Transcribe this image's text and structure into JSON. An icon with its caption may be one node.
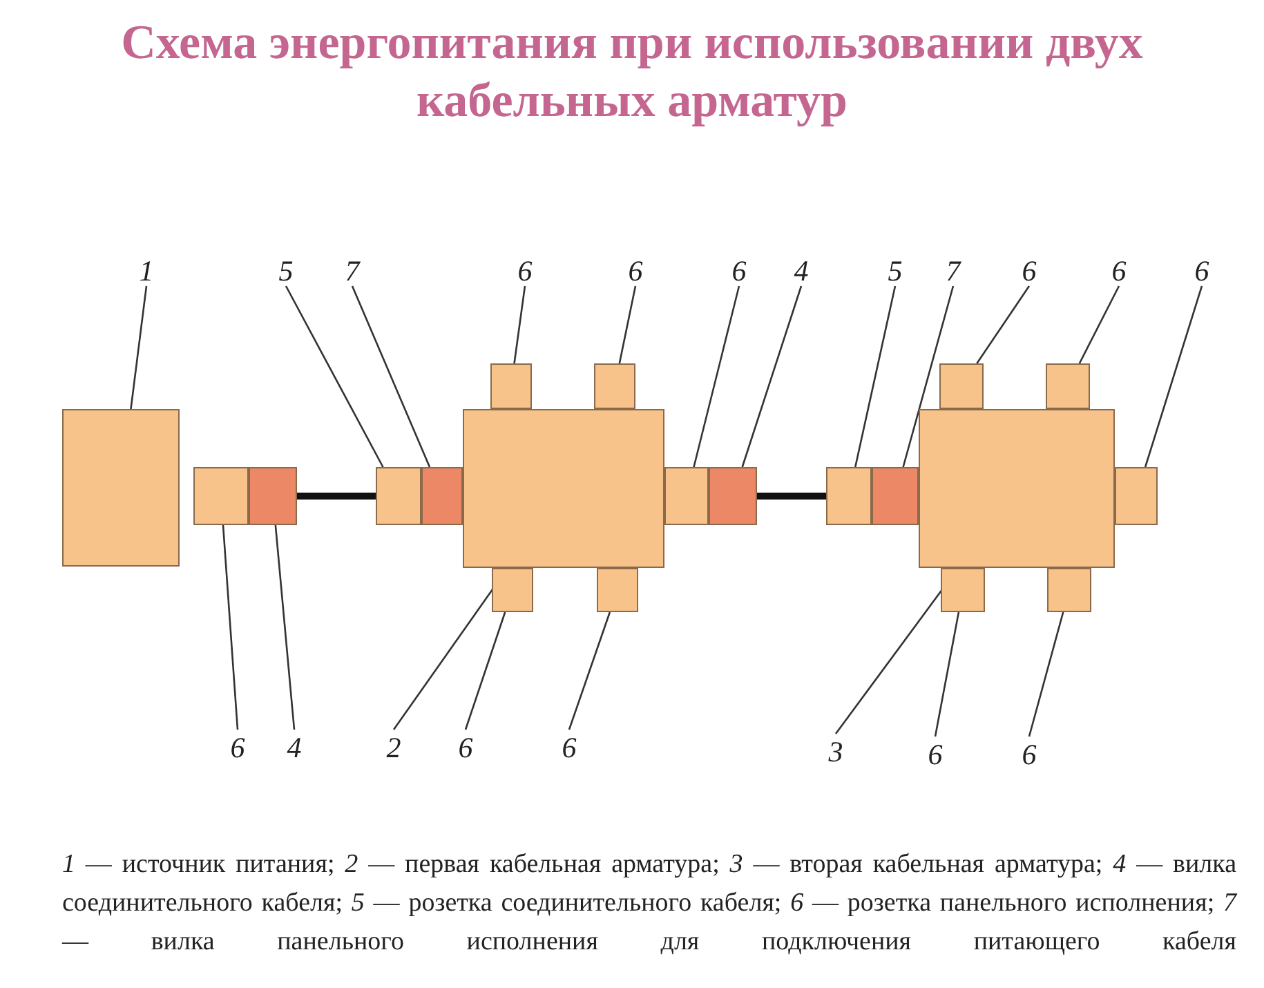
{
  "diagram": {
    "title": "Схема энергопитания при использовании двух кабельных арматур",
    "nodes": [
      {
        "text": [],
        "shape": "box"
      },
      {
        "text": [],
        "shape": "box"
      },
      {
        "text": [],
        "shape": "box"
      },
      {
        "text": [],
        "shape": "box"
      },
      {
        "text": [],
        "shape": "box"
      },
      {
        "text": [],
        "shape": "box"
      },
      {
        "text": [],
        "shape": "box"
      },
      {
        "text": [],
        "shape": "box"
      },
      {
        "text": [],
        "shape": "box"
      },
      {
        "text": [],
        "shape": "box"
      },
      {
        "text": [],
        "shape": "box"
      },
      {
        "text": [],
        "shape": "box"
      },
      {
        "text": [],
        "shape": "box"
      },
      {
        "text": [],
        "shape": "box"
      },
      {
        "text": [],
        "shape": "box"
      },
      {
        "text": [],
        "shape": "box"
      },
      {
        "text": [],
        "shape": "box"
      },
      {
        "text": [],
        "shape": "box"
      },
      {
        "text": [],
        "shape": "box"
      },
      {
        "text": [],
        "shape": "box"
      },
      {
        "text": [
          "1"
        ]
      },
      {
        "text": [
          "5"
        ]
      },
      {
        "text": [
          "7"
        ]
      },
      {
        "text": [
          "6"
        ]
      },
      {
        "text": [
          "6"
        ]
      },
      {
        "text": [
          "6"
        ]
      },
      {
        "text": [
          "4"
        ]
      },
      {
        "text": [
          "5"
        ]
      },
      {
        "text": [
          "7"
        ]
      },
      {
        "text": [
          "6"
        ]
      },
      {
        "text": [
          "6"
        ]
      },
      {
        "text": [
          "6"
        ]
      },
      {
        "text": [
          "6"
        ]
      },
      {
        "text": [
          "4"
        ]
      },
      {
        "text": [
          "2"
        ]
      },
      {
        "text": [
          "6"
        ]
      },
      {
        "text": [
          "6"
        ]
      },
      {
        "text": [
          "3"
        ]
      },
      {
        "text": [
          "6"
        ]
      },
      {
        "text": [
          "6"
        ]
      }
    ],
    "edges": [
      {
        "from": 6,
        "to": 7,
        "arrow": "none",
        "style": "thick"
      },
      {
        "from": 11,
        "to": 12,
        "arrow": "none",
        "style": "thick"
      },
      {
        "from": 20,
        "to": 0,
        "arrow": "none"
      },
      {
        "from": 21,
        "to": 7,
        "arrow": "none"
      },
      {
        "from": 22,
        "to": 8,
        "arrow": "none"
      },
      {
        "from": 23,
        "to": 1,
        "arrow": "none"
      },
      {
        "from": 24,
        "to": 2,
        "arrow": "none"
      },
      {
        "from": 25,
        "to": 10,
        "arrow": "none"
      },
      {
        "from": 26,
        "to": 11,
        "arrow": "none"
      },
      {
        "from": 27,
        "to": 12,
        "arrow": "none"
      },
      {
        "from": 28,
        "to": 13,
        "arrow": "none"
      },
      {
        "from": 29,
        "to": 3,
        "arrow": "none"
      },
      {
        "from": 30,
        "to": 4,
        "arrow": "none"
      },
      {
        "from": 31,
        "to": 15,
        "arrow": "none"
      },
      {
        "from": 32,
        "to": 5,
        "arrow": "none"
      },
      {
        "from": 33,
        "to": 6,
        "arrow": "none"
      },
      {
        "from": 34,
        "to": 9,
        "arrow": "none"
      },
      {
        "from": 35,
        "to": 16,
        "arrow": "none"
      },
      {
        "from": 36,
        "to": 17,
        "arrow": "none"
      },
      {
        "from": 37,
        "to": 14,
        "arrow": "none"
      },
      {
        "from": 38,
        "to": 18,
        "arrow": "none"
      },
      {
        "from": 39,
        "to": 19,
        "arrow": "none"
      }
    ],
    "caption": "*1* — источник питания; *2* — первая кабельная арматура; *3* — вторая кабельная арматура; *4* — вилка соединительного кабеля; *5* — розетка соединительного кабеля; *6* — розетка панельного исполнения; *7* — вилка панельного исполнения для подключения питающего кабеля"
  }
}
